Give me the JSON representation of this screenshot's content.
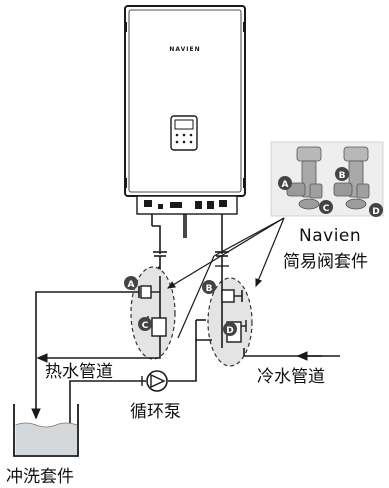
{
  "heater": {
    "brand": "NAVIEN"
  },
  "valve_kit": {
    "title_line1": "Navien",
    "title_line2": "简易阀套件"
  },
  "markers": {
    "a": "A",
    "b": "B",
    "c": "C",
    "d": "D"
  },
  "labels": {
    "hot_water_pipe": "热水管道",
    "cold_water_pipe": "冷水管道",
    "circulation_pump": "循环泵",
    "flush_kit": "冲洗套件"
  },
  "colors": {
    "line": "#1a1a1a",
    "marker_fill": "#444444",
    "marker_text": "#ffffff",
    "valve_zone_fill": "#e4e4e4",
    "water_fill": "#d5d8da",
    "panel_bg": "#eeeeee"
  }
}
